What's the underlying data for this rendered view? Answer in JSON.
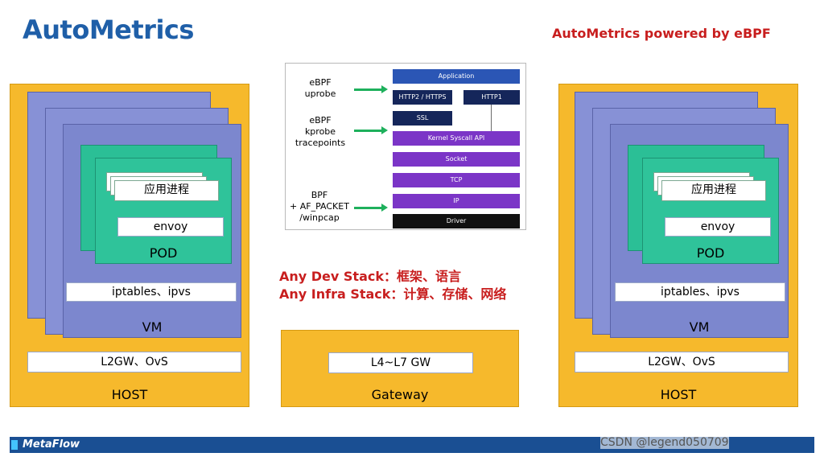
{
  "header": {
    "title": "AutoMetrics",
    "subtitle": "AutoMetrics powered by eBPF"
  },
  "left_host": {
    "process_label": "应用进程",
    "envoy_label": "envoy",
    "pod_label": "POD",
    "iptables_label": "iptables、ipvs",
    "vm_label": "VM",
    "l2gw_label": "L2GW、OvS",
    "host_label": "HOST"
  },
  "right_host": {
    "process_label": "应用进程",
    "envoy_label": "envoy",
    "pod_label": "POD",
    "iptables_label": "iptables、ipvs",
    "vm_label": "VM",
    "l2gw_label": "L2GW、OvS",
    "host_label": "HOST"
  },
  "diagram": {
    "labels": {
      "uprobe_line1": "eBPF",
      "uprobe_line2": "uprobe",
      "kprobe_line1": "eBPF",
      "kprobe_line2": "kprobe",
      "kprobe_line3": "tracepoints",
      "bpf_line1": "BPF",
      "bpf_line2": "+ AF_PACKET",
      "bpf_line3": "/winpcap"
    },
    "blocks": {
      "application": "Application",
      "http2": "HTTP2 / HTTPS",
      "http1": "HTTP1",
      "ssl": "SSL",
      "syscall": "Kernel Syscall API",
      "socket": "Socket",
      "tcp": "TCP",
      "ip": "IP",
      "driver": "Driver"
    },
    "colors": {
      "arrow": "#1eb05c",
      "blue": "#2b56b5",
      "navy": "#15265a",
      "purple": "#7b35c7",
      "black": "#111111"
    }
  },
  "stack_text": {
    "dev": "Any Dev Stack：框架、语言",
    "infra": "Any Infra Stack：计算、存储、网络"
  },
  "gateway": {
    "inner_label": "L4~L7 GW",
    "label": "Gateway"
  },
  "footer": {
    "logo": "MetaFlow",
    "watermark": "CSDN @legend050709"
  },
  "colors": {
    "title": "#1f5fa8",
    "accent_red": "#c81e1e",
    "host_orange": "#f6b92c",
    "vm_purple": "#7c87ce",
    "pod_green": "#2fc39a",
    "footer_blue": "#1a4f93"
  }
}
